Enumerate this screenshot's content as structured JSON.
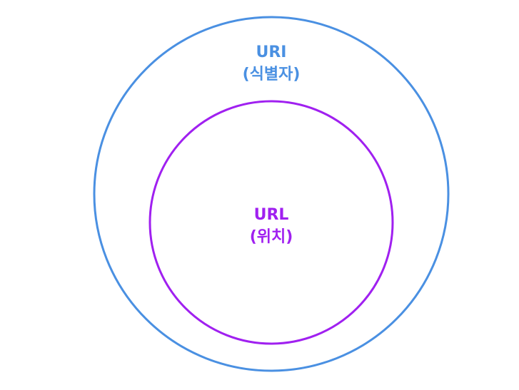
{
  "diagram": {
    "outer": {
      "title": "URI",
      "subtitle": "(식별자)",
      "color": "#4A90E2"
    },
    "inner": {
      "title": "URL",
      "subtitle": "(위치)",
      "color": "#A020F0"
    }
  }
}
